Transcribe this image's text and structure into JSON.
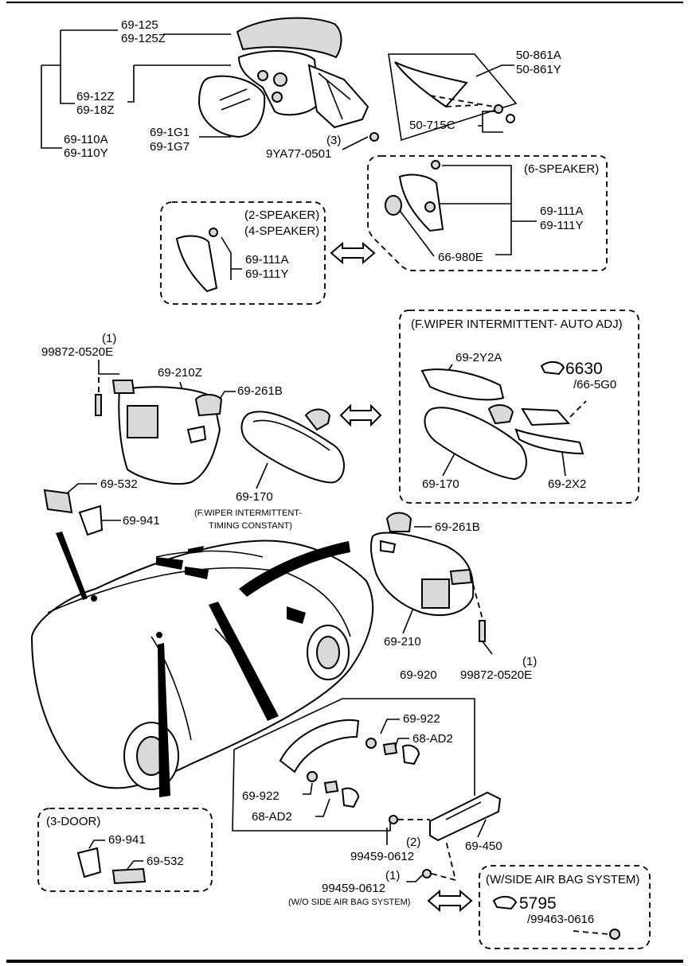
{
  "mirror_group": {
    "cap_a": "69-125",
    "cap_b": "69-125Z",
    "body_a": "69-12Z",
    "body_b": "69-18Z",
    "assy_a": "69-110A",
    "assy_b": "69-110Y",
    "glass_a": "69-1G1",
    "glass_b": "69-1G7",
    "screw_qty": "(3)",
    "screw": "9YA77-0501"
  },
  "garnish_group": {
    "a": "50-861A",
    "b": "50-861Y",
    "clip": "50-715C"
  },
  "speaker6": {
    "title": "(6-SPEAKER)",
    "a": "69-111A",
    "b": "69-111Y",
    "tweeter": "66-980E"
  },
  "speaker24": {
    "title_a": "(2-SPEAKER)",
    "title_b": "(4-SPEAKER)",
    "a": "69-111A",
    "b": "69-111Y"
  },
  "visor_left": {
    "screw_qty": "(1)",
    "screw": "99872-0520E",
    "visor": "69-210Z",
    "holder": "69-261B"
  },
  "inner_mirror": {
    "part": "69-170",
    "note_a": "(F.WIPER INTERMITTENT-",
    "note_b": "TIMING CONSTANT)"
  },
  "auto_adj": {
    "title": "(F.WIPER INTERMITTENT- AUTO ADJ)",
    "cover_a": "69-2Y2A",
    "ref_main": "6630",
    "ref_sub": "/66-5G0",
    "mirror": "69-170",
    "cover_b": "69-2X2"
  },
  "dome_group": {
    "light": "69-532",
    "bezel": "69-941"
  },
  "visor_right": {
    "holder": "69-261B",
    "visor": "69-210",
    "screw_qty": "(1)",
    "screw": "99872-0520E"
  },
  "grip_group": {
    "grip": "69-920",
    "bush_a": "69-922",
    "cap_a": "68-AD2",
    "bush_b": "69-922",
    "cap_b": "68-AD2"
  },
  "hanger_group": {
    "qty2": "(2)",
    "bolt2": "99459-0612",
    "part": "69-450",
    "qty1": "(1)",
    "bolt1": "99459-0612",
    "note": "(W/O SIDE AIR BAG SYSTEM)"
  },
  "three_door": {
    "title": "(3-DOOR)",
    "bezel": "69-941",
    "light": "69-532"
  },
  "airbag": {
    "title": "(W/SIDE AIR BAG SYSTEM)",
    "ref_main": "5795",
    "ref_sub": "/99463-0616"
  }
}
